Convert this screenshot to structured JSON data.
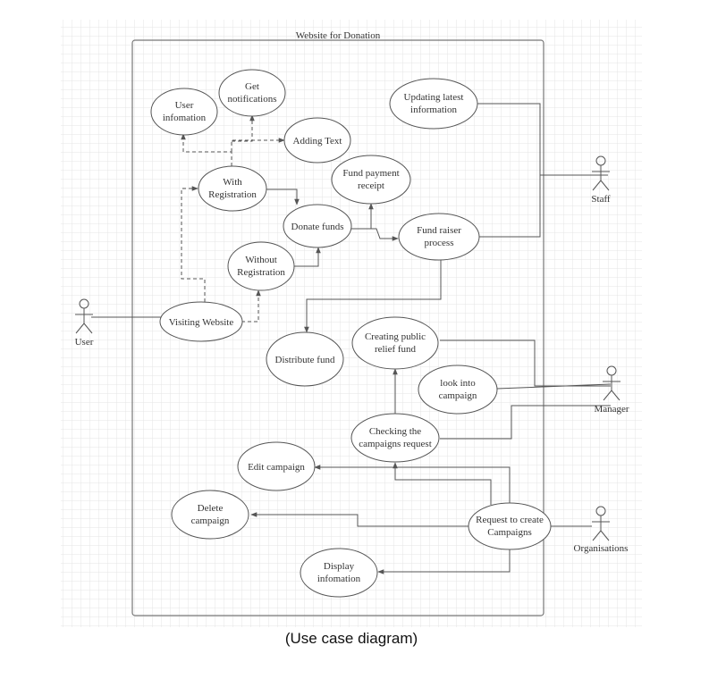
{
  "boundary_title": "Website for Donation",
  "caption": "(Use case diagram)",
  "actors": {
    "user": "User",
    "staff": "Staff",
    "manager": "Manager",
    "organisations": "Organisations"
  },
  "use_cases": {
    "user_information": [
      "User",
      "infomation"
    ],
    "get_notifications": [
      "Get",
      "notifications"
    ],
    "adding_text": [
      "Adding Text"
    ],
    "with_registration": [
      "With",
      "Registration"
    ],
    "fund_payment_receipt": [
      "Fund payment",
      "receipt"
    ],
    "donate_funds": [
      "Donate funds"
    ],
    "fund_raiser_process": [
      "Fund raiser",
      "process"
    ],
    "without_registration": [
      "Without",
      "Registration"
    ],
    "visiting_website": [
      "Visiting Website"
    ],
    "distribute_fund": [
      "Distribute fund"
    ],
    "creating_public_relief_fund": [
      "Creating public",
      "relief fund"
    ],
    "look_into_campaign": [
      "look into",
      "campaign"
    ],
    "checking_campaigns_request": [
      "Checking the",
      "campaigns request"
    ],
    "edit_campaign": [
      "Edit campaign"
    ],
    "delete_campaign": [
      "Delete",
      "campaign"
    ],
    "request_to_create_campaigns": [
      "Request to create",
      "Campaigns"
    ],
    "updating_latest_information": [
      "Updating latest",
      "information"
    ],
    "display_information": [
      "Display",
      "infomation"
    ]
  },
  "colors": {
    "line": "#555555",
    "grid": "#e4e4e4",
    "text": "#333333"
  }
}
